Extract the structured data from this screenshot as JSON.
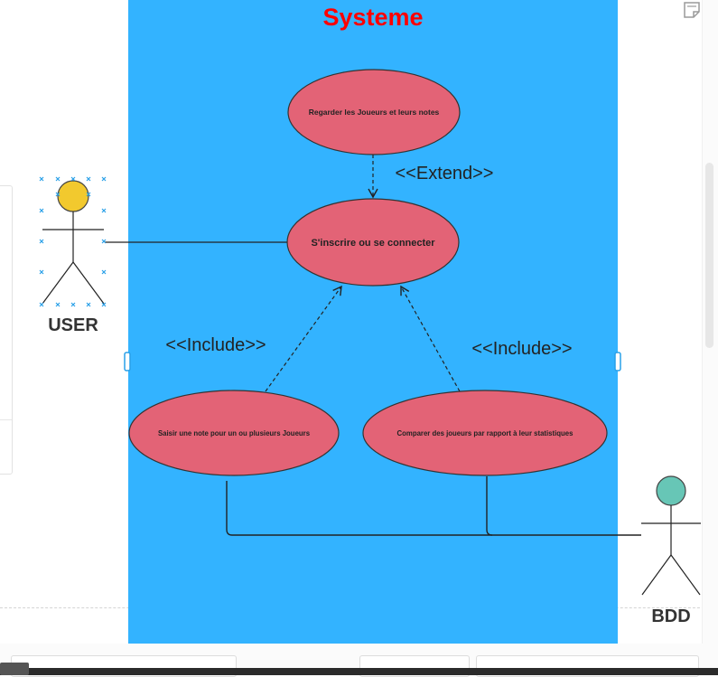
{
  "diagram": {
    "system_title": "Systeme",
    "use_cases": {
      "watch_players": "Regarder les Joueurs et leurs notes",
      "register_login": "S'inscrire ou se connecter",
      "rate_players": "Saisir une note pour un ou plusieurs Joueurs",
      "compare_players": "Comparer des joueurs par rapport à leur statistiques"
    },
    "relations": {
      "extend_label": "<<Extend>>",
      "include_left_label": "<<Include>>",
      "include_right_label": "<<Include>>"
    },
    "actors": {
      "user": "USER",
      "bdd": "BDD"
    }
  },
  "colors": {
    "system_fill": "#33b3ff",
    "system_title": "#ff0000",
    "use_case_fill": "#e36376",
    "use_case_stroke": "#333333",
    "user_head": "#f2c92e",
    "bdd_head": "#67c6b6",
    "selection_handle": "#29a0e8"
  }
}
